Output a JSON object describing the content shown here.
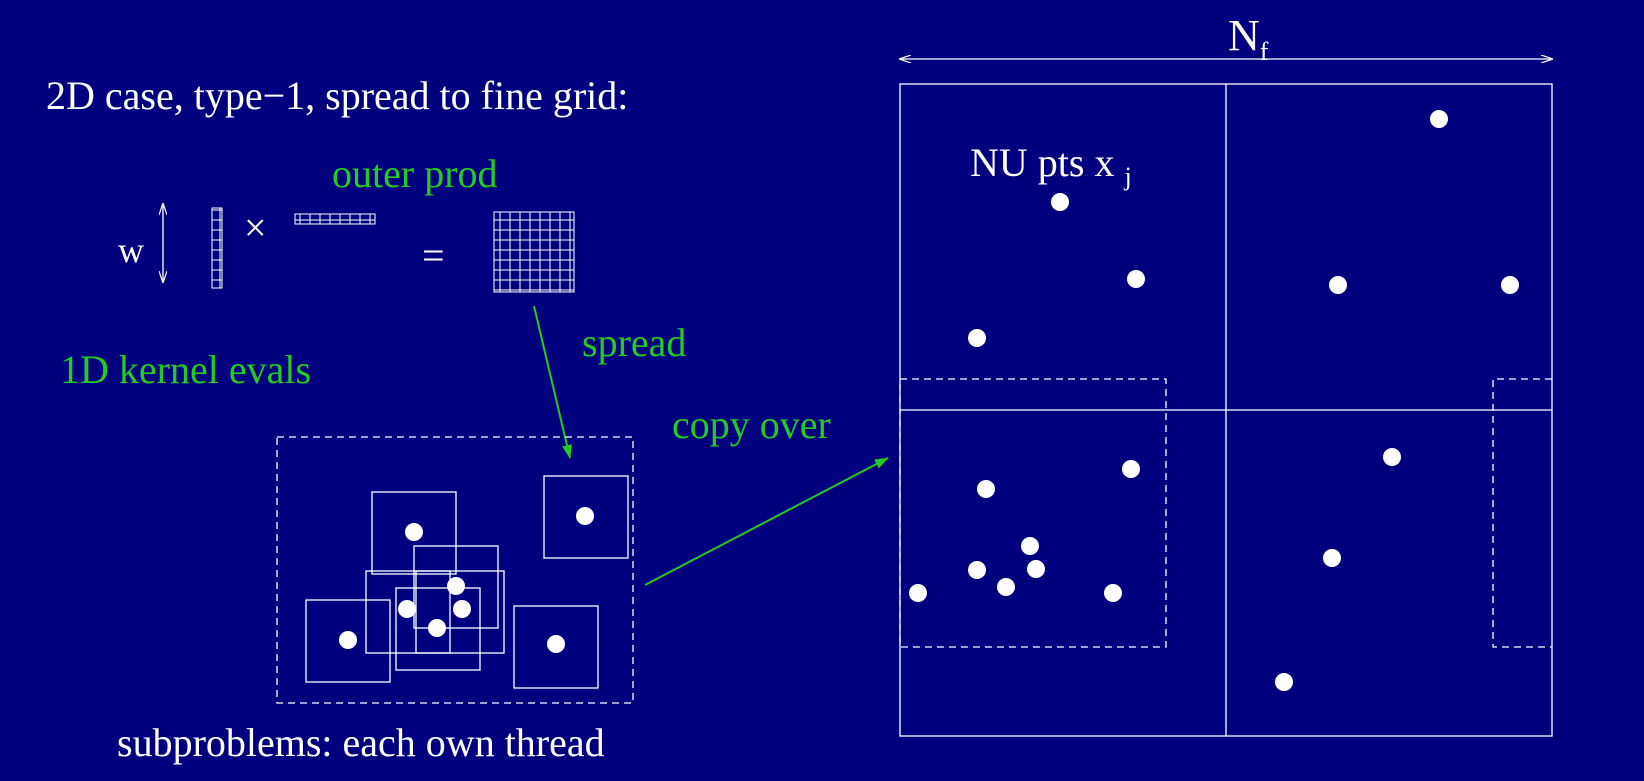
{
  "title": "2D case, type−1, spread to fine grid:",
  "outer_prod_label": "outer prod",
  "w_label": "w",
  "times_symbol": "×",
  "equals_symbol": "=",
  "kernel_label": "1D kernel evals",
  "spread_label": "spread",
  "copy_label": "copy over",
  "subproblems_label": "subproblems: each own thread",
  "nf_label": "N",
  "nf_subscript": "f",
  "nu_label": "NU pts x",
  "nu_subscript": "j",
  "colors": {
    "background": "#00007f",
    "text": "#ffffff",
    "highlight": "#22cc22"
  }
}
